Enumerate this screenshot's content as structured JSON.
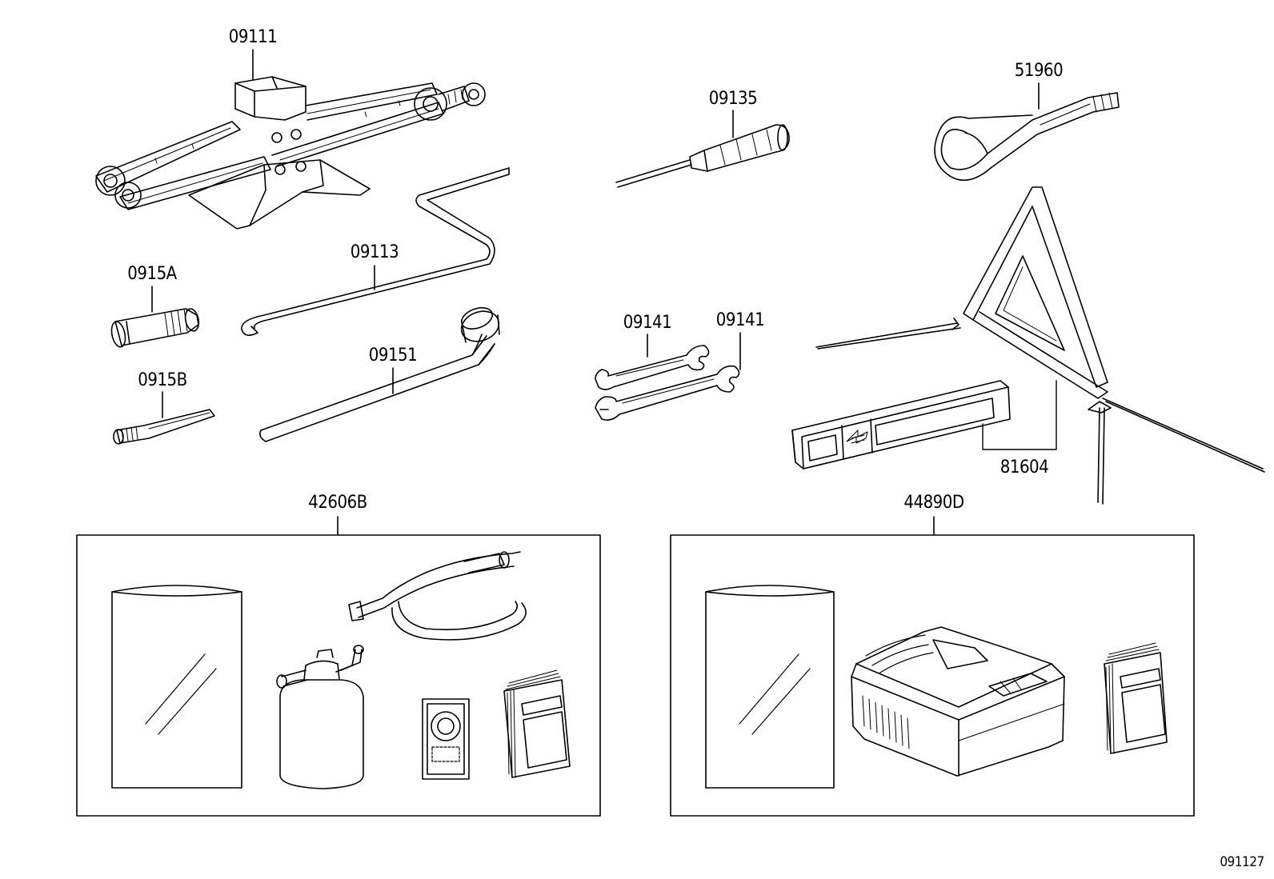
{
  "parts": {
    "jack": "09111",
    "screwdriver": "09135",
    "towing_eye": "51960",
    "jack_handle": "09113",
    "adapter_a": "0915A",
    "adapter_b": "0915B",
    "wheel_wrench": "09151",
    "wrench_small": "09141",
    "wrench_large": "09141",
    "warning_triangle": "81604",
    "repair_kit_sealant": "42606B",
    "repair_kit_compressor": "44890D"
  },
  "figure_number": "091127"
}
